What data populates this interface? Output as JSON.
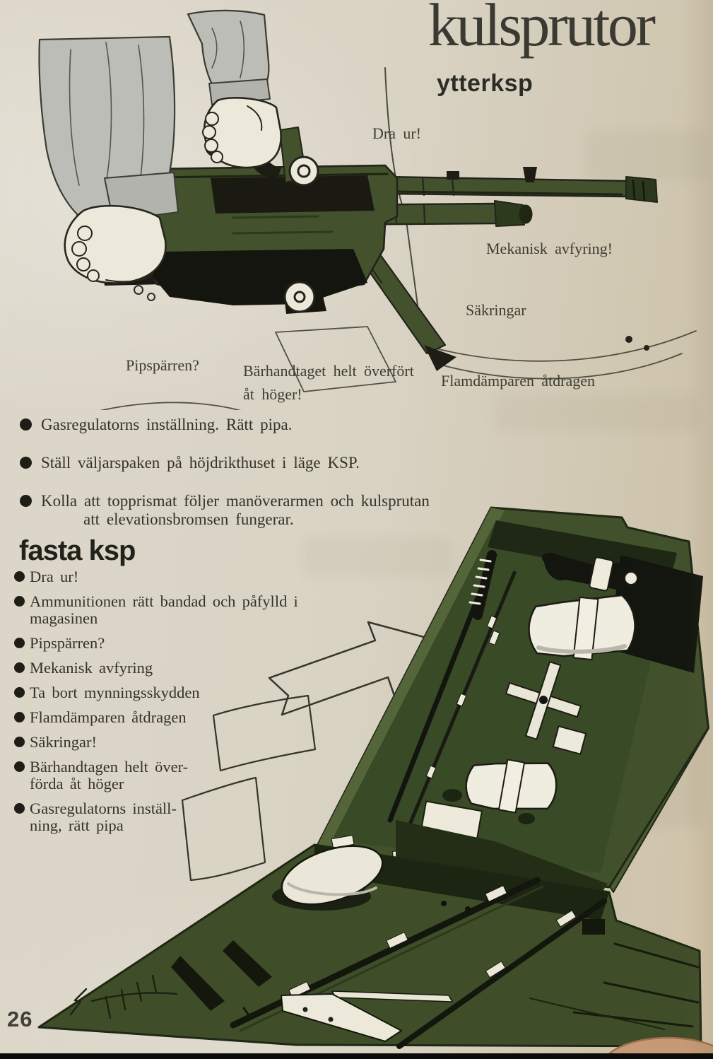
{
  "page": {
    "title": "kulsprutor",
    "subtitle": "ytterksp",
    "page_number": "26"
  },
  "labels": {
    "dra_ur": "Dra ur!",
    "mekanisk_avfyring": "Mekanisk avfyring!",
    "sakringar": "Säkringar",
    "pipsparren": "Pipspärren?",
    "barhandtaget_line1": "Bärhandtaget helt överfört",
    "barhandtaget_line2": "åt höger!",
    "flamdamparen": "Flamdämparen åtdragen"
  },
  "ytterksp_checklist": {
    "items": [
      {
        "lines": [
          "Gasregulatorns inställning. Rätt pipa."
        ]
      },
      {
        "lines": [
          "Ställ väljarspaken på höjdrikthuset i läge KSP."
        ]
      },
      {
        "lines": [
          "Kolla att topprismat följer manöverarmen och kulsprutan",
          "att elevationsbromsen fungerar."
        ]
      }
    ]
  },
  "fasta_ksp": {
    "heading": "fasta ksp",
    "items": [
      {
        "lines": [
          "Dra ur!"
        ]
      },
      {
        "lines": [
          "Ammunitionen rätt bandad och påfylld i magasinen"
        ]
      },
      {
        "lines": [
          "Pipspärren?"
        ]
      },
      {
        "lines": [
          "Mekanisk avfyring"
        ]
      },
      {
        "lines": [
          "Ta bort mynningsskydden"
        ]
      },
      {
        "lines": [
          "Flamdämparen åtdragen"
        ]
      },
      {
        "lines": [
          "Säkringar!"
        ]
      },
      {
        "lines": [
          "Bärhandtagen helt över-",
          "förda åt höger"
        ]
      },
      {
        "lines": [
          "Gasregulatorns inställ-",
          "ning, rätt pipa"
        ]
      }
    ]
  },
  "colors": {
    "page_bg": "#d8d2c3",
    "army_green": "#43522c",
    "ink": "#34332b"
  }
}
